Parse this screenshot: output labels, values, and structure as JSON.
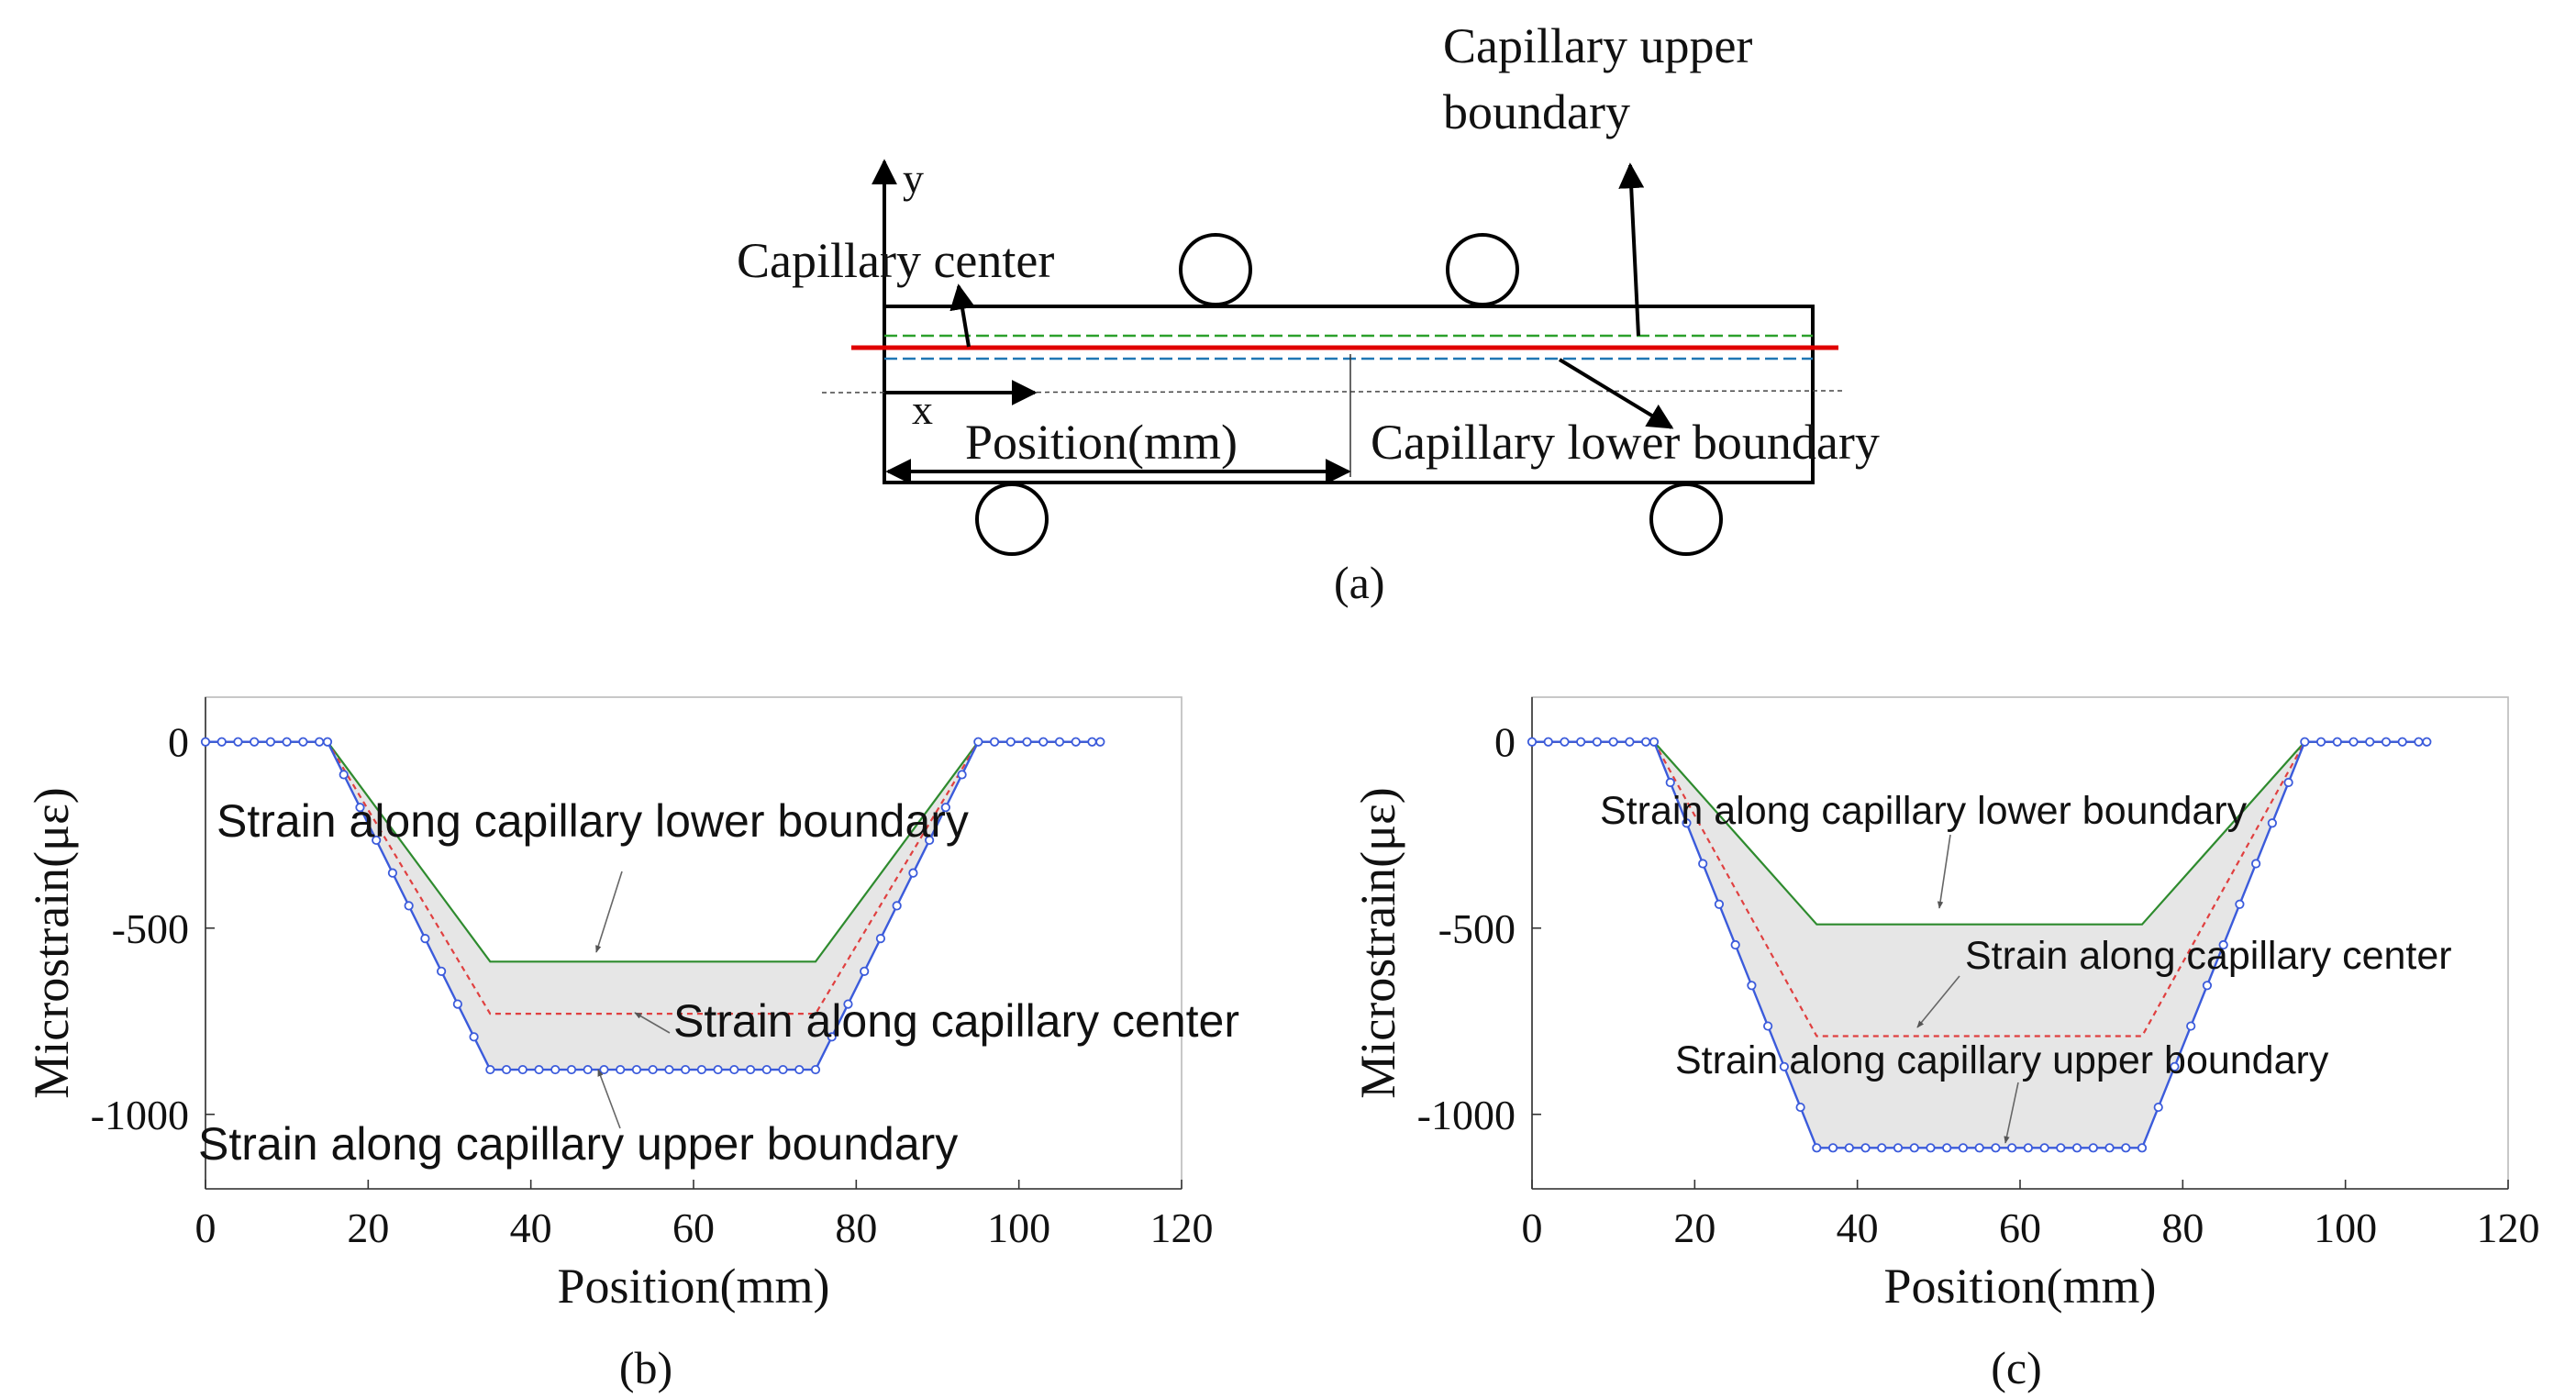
{
  "panel_a": {
    "labels": {
      "y_axis": "y",
      "x_axis": "x",
      "capillary_center": "Capillary center",
      "upper_boundary_line1": "Capillary upper",
      "upper_boundary_line2": "boundary",
      "lower_boundary": "Capillary lower boundary",
      "position": "Position(mm)"
    },
    "caption": "(a)",
    "colors": {
      "center_line": "#e00000",
      "upper_line": "#2ca02c",
      "lower_line": "#1f77b4",
      "mid_line": "#333333"
    }
  },
  "chart_data": [
    {
      "type": "line",
      "caption": "(b)",
      "xlabel": "Position(mm)",
      "ylabel": "Microstrain(με)",
      "xlim": [
        0,
        120
      ],
      "ylim": [
        -1200,
        0
      ],
      "xticks": [
        0,
        20,
        40,
        60,
        80,
        100,
        120
      ],
      "yticks": [
        0,
        -500,
        -1000
      ],
      "xtick_labels": [
        "0",
        "20",
        "40",
        "60",
        "80",
        "100",
        "120"
      ],
      "ytick_labels": [
        "0",
        "-500",
        "-1000"
      ],
      "grid": false,
      "fill_between": {
        "upper": "Strain along capillary lower boundary",
        "lower": "Strain along capillary upper boundary",
        "color": "#e6e6e6"
      },
      "series": [
        {
          "name": "Strain along capillary lower boundary",
          "color": "#2e8b2e",
          "style": "solid",
          "x": [
            0,
            15,
            35,
            75,
            95,
            110
          ],
          "y": [
            0,
            0,
            -590,
            -590,
            0,
            0
          ]
        },
        {
          "name": "Strain along capillary center",
          "color": "#e04040",
          "style": "dashed",
          "x": [
            0,
            15,
            35,
            75,
            95,
            110
          ],
          "y": [
            0,
            0,
            -730,
            -730,
            0,
            0
          ]
        },
        {
          "name": "Strain along capillary upper boundary",
          "color": "#3b5bdb",
          "style": "marker",
          "x": [
            0,
            15,
            35,
            75,
            95,
            110
          ],
          "y": [
            0,
            0,
            -880,
            -880,
            0,
            0
          ]
        }
      ],
      "annotations": [
        {
          "text": "Strain along capillary lower boundary",
          "x": 55,
          "y": -590
        },
        {
          "text": "Strain along capillary center",
          "x": 53,
          "y": -730
        },
        {
          "text": "Strain along capillary upper boundary",
          "x": 48,
          "y": -880
        }
      ]
    },
    {
      "type": "line",
      "caption": "(c)",
      "xlabel": "Position(mm)",
      "ylabel": "Microstrain(με)",
      "xlim": [
        0,
        120
      ],
      "ylim": [
        -1200,
        0
      ],
      "xticks": [
        0,
        20,
        40,
        60,
        80,
        100,
        120
      ],
      "yticks": [
        0,
        -500,
        -1000
      ],
      "xtick_labels": [
        "0",
        "20",
        "40",
        "60",
        "80",
        "100",
        "120"
      ],
      "ytick_labels": [
        "0",
        "-500",
        "-1000"
      ],
      "grid": false,
      "fill_between": {
        "upper": "Strain along capillary lower boundary",
        "lower": "Strain along capillary upper boundary",
        "color": "#e6e6e6"
      },
      "series": [
        {
          "name": "Strain along capillary lower boundary",
          "color": "#2e8b2e",
          "style": "solid",
          "x": [
            0,
            15,
            35,
            75,
            95,
            110
          ],
          "y": [
            0,
            0,
            -490,
            -490,
            0,
            0
          ]
        },
        {
          "name": "Strain along capillary center",
          "color": "#e04040",
          "style": "dashed",
          "x": [
            0,
            15,
            35,
            75,
            95,
            110
          ],
          "y": [
            0,
            0,
            -790,
            -790,
            0,
            0
          ]
        },
        {
          "name": "Strain along capillary upper boundary",
          "color": "#3b5bdb",
          "style": "marker",
          "x": [
            0,
            15,
            35,
            75,
            95,
            110
          ],
          "y": [
            0,
            0,
            -1090,
            -1090,
            0,
            0
          ]
        }
      ],
      "annotations": [
        {
          "text": "Strain along capillary lower boundary",
          "x": 53,
          "y": -490
        },
        {
          "text": "Strain along capillary center",
          "x": 52,
          "y": -790
        },
        {
          "text": "Strain along capillary upper boundary",
          "x": 59,
          "y": -1090
        }
      ]
    }
  ]
}
